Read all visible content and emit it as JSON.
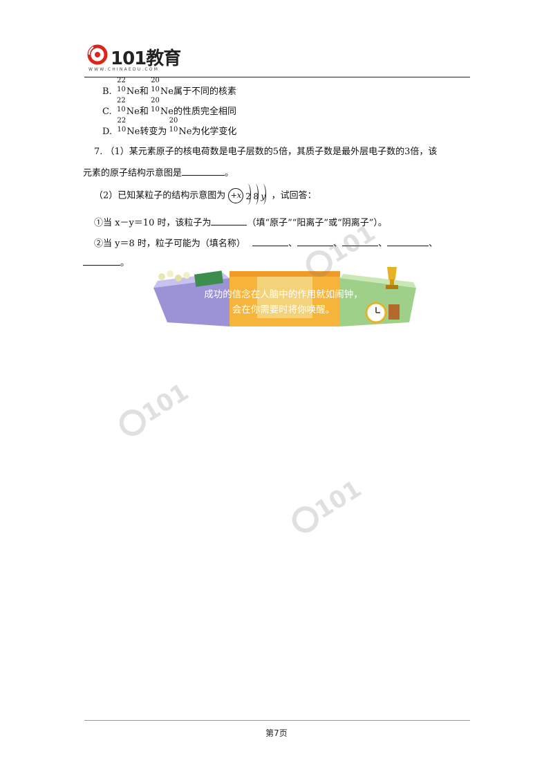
{
  "header": {
    "logo_main": "101教育",
    "logo_sub": "WWW.CHINAEDU.COM"
  },
  "options": [
    {
      "label": "B.",
      "iso1": {
        "mass": "22",
        "z": "10",
        "sym": "Ne"
      },
      "mid": "和",
      "iso2": {
        "mass": "20",
        "z": "10",
        "sym": "Ne"
      },
      "tail": "属于不同的核素"
    },
    {
      "label": "C.",
      "iso1": {
        "mass": "22",
        "z": "10",
        "sym": "Ne"
      },
      "mid": "和",
      "iso2": {
        "mass": "20",
        "z": "10",
        "sym": "Ne"
      },
      "tail": "的性质完全相同"
    },
    {
      "label": "D.",
      "iso1": {
        "mass": "22",
        "z": "10",
        "sym": "Ne"
      },
      "mid": "转变为",
      "iso2": {
        "mass": "20",
        "z": "10",
        "sym": "Ne"
      },
      "tail": "为化学变化"
    }
  ],
  "q7": {
    "part1_line1": "7. （1）某元素原子的核电荷数是电子层数的5倍，其质子数是最外层电子数的3倍，该",
    "part1_line2": "元素的原子结构示意图是",
    "part1_end": "。",
    "part2_pre": "（2）已知某粒子的结构示意图为",
    "part2_post": "，试回答：",
    "struct": {
      "nucleus": "+x",
      "shells": [
        "2",
        "8",
        "y"
      ]
    },
    "sub1_pre": "①当 x－y＝10 时，该粒子为",
    "sub1_post": "（填“原子”“阳离子”或“阴离子”）。",
    "sub2_pre": "②当 y＝8 时，粒子可能为（填名称）",
    "sep": "、",
    "end": "。"
  },
  "banner": {
    "line1": "成功的信念在人脑中的作用就如闹钟，",
    "line2": "会在你需要时将你唤醒。"
  },
  "footer": {
    "page": "第7页"
  }
}
